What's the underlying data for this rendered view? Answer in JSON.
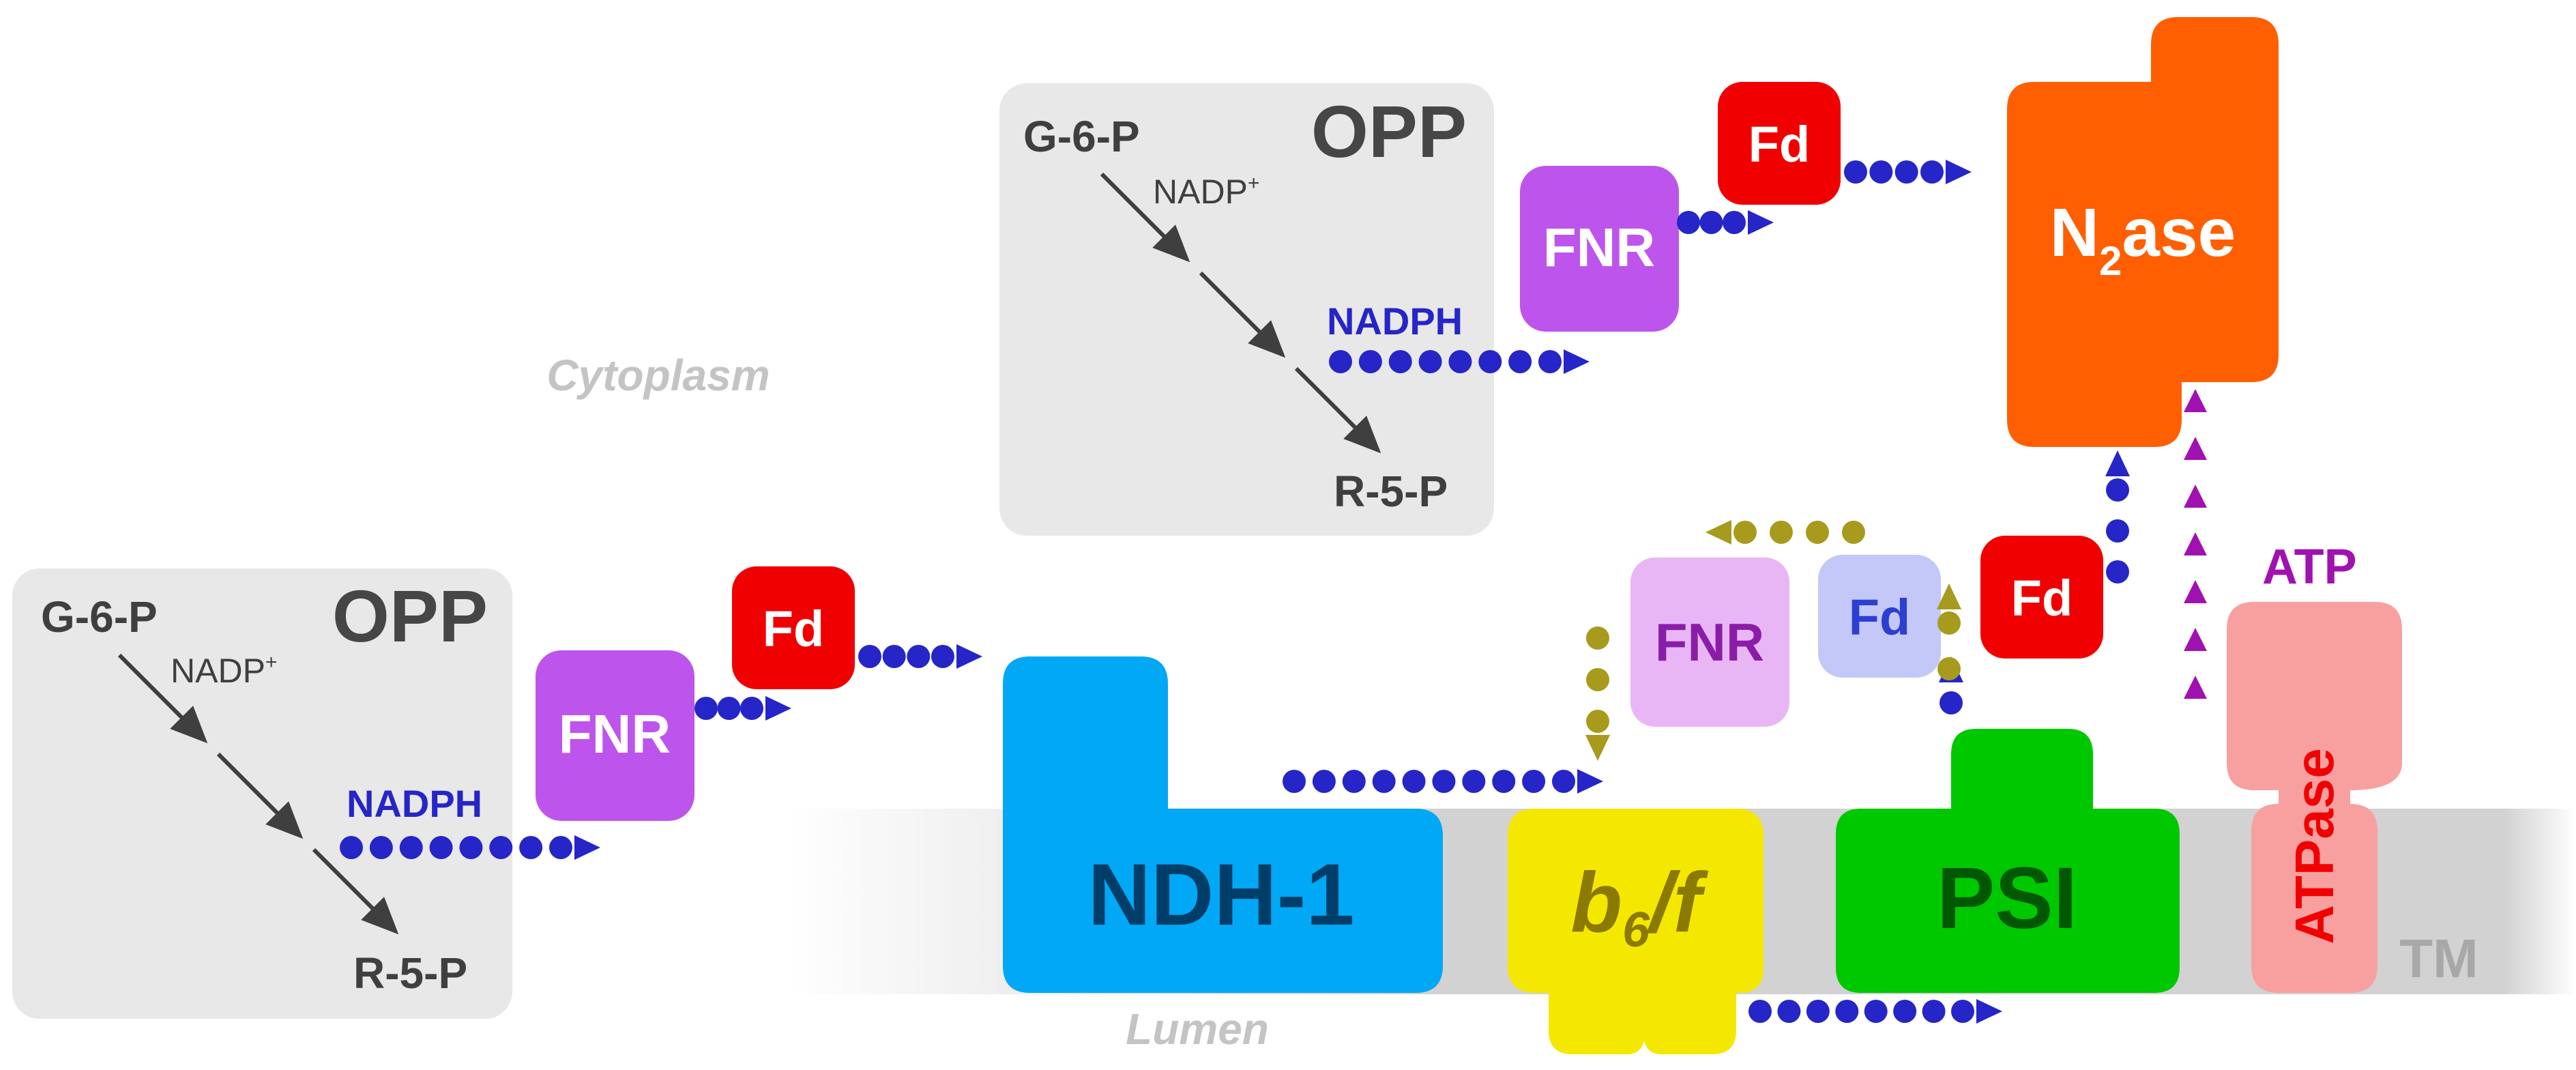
{
  "labels": {
    "cytoplasm": "Cytoplasm",
    "lumen": "Lumen",
    "tm": "TM"
  },
  "opp_boxes": [
    {
      "title": "OPP",
      "substrate": "G-6-P",
      "cofactor": "NADP",
      "cofactor_sup": "+",
      "output": "NADPH",
      "product": "R-5-P"
    },
    {
      "title": "OPP",
      "substrate": "G-6-P",
      "cofactor": "NADP",
      "cofactor_sup": "+",
      "output": "NADPH",
      "product": "R-5-P"
    }
  ],
  "proteins": {
    "fnr": "FNR",
    "fd": "Fd",
    "ndh1": "NDH-1",
    "b6f_b": "b",
    "b6f_sub": "6",
    "b6f_f": "/f",
    "psi": "PSI",
    "atpase": "ATPase",
    "n2ase_n": "N",
    "n2ase_sub": "2",
    "n2ase_rest": "ase",
    "atp": "ATP"
  },
  "colors": {
    "electron_flow": "#2525c8",
    "cyclic_flow": "#a89a1c",
    "atp_flow": "#a012b0",
    "fnr": "#bd55ed",
    "fnr_light": "#e8b6f5",
    "fd": "#f00000",
    "fd_light": "#c3c8f8",
    "ndh1": "#00a8f5",
    "b6f": "#f5e800",
    "psi": "#00c800",
    "atpase": "#f8a0a0",
    "n2ase": "#ff5f00",
    "opp_bg": "#e8e8e8",
    "membrane": "#d2d2d2"
  }
}
